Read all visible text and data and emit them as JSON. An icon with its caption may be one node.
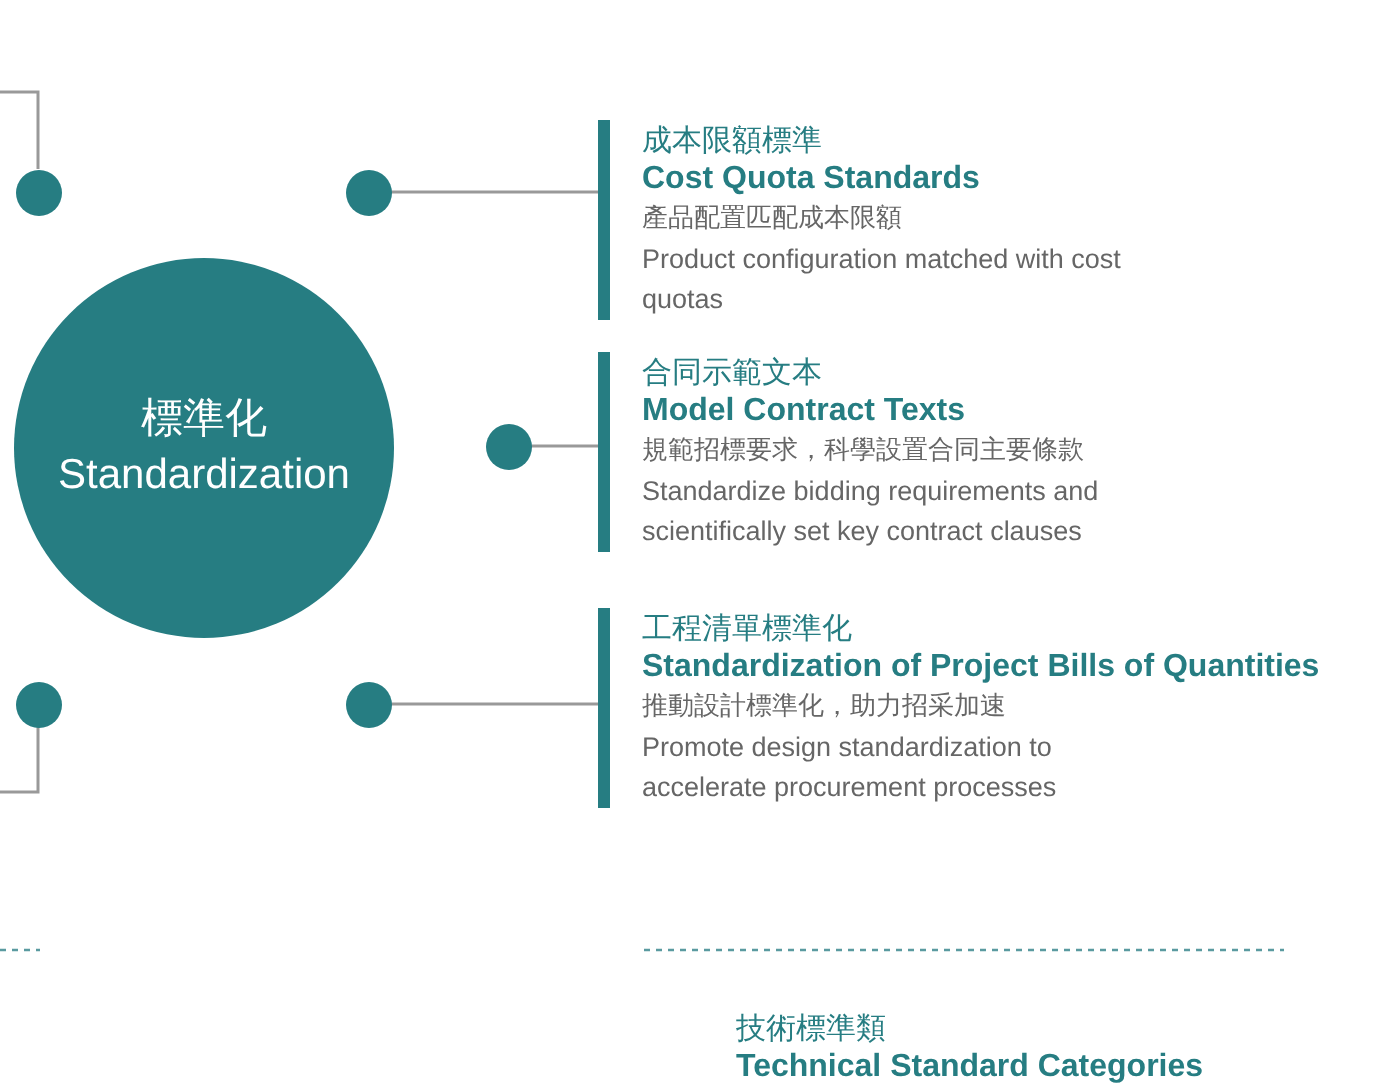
{
  "diagram": {
    "nodes": [
      {
        "text": [
          "標準化 Standardization"
        ]
      },
      {
        "text": [],
        "shape": "circle"
      },
      {
        "text": [],
        "shape": "circle"
      },
      {
        "text": [
          "成本限額標準",
          "Cost Quota Standards",
          "產品配置匹配成本限額",
          "Product configuration matched with cost quotas"
        ]
      },
      {
        "text": [],
        "shape": "circle"
      },
      {
        "text": [
          "合同示範文本",
          "Model Contract Texts",
          "規範招標要求，科學設置合同主要條款",
          "Standardize bidding requirements and scientifically set key contract clauses"
        ]
      },
      {
        "text": [],
        "shape": "circle"
      },
      {
        "text": [],
        "shape": "circle"
      },
      {
        "text": [
          "工程清單標準化",
          "Standardization of Project Bills of Quantities",
          "推動設計標準化，助力招采加速",
          "Promote design standardization to accelerate procurement processes"
        ]
      }
    ],
    "edges": [
      {
        "from": 1,
        "to": null,
        "arrow": "none"
      },
      {
        "from": 2,
        "to": 3,
        "arrow": "none"
      },
      {
        "from": 4,
        "to": 5,
        "arrow": "none"
      },
      {
        "from": 6,
        "to": null,
        "arrow": "none"
      },
      {
        "from": 7,
        "to": 8,
        "arrow": "none"
      }
    ],
    "labels": [
      "技術標準類",
      "Technical Standard Categories"
    ]
  }
}
